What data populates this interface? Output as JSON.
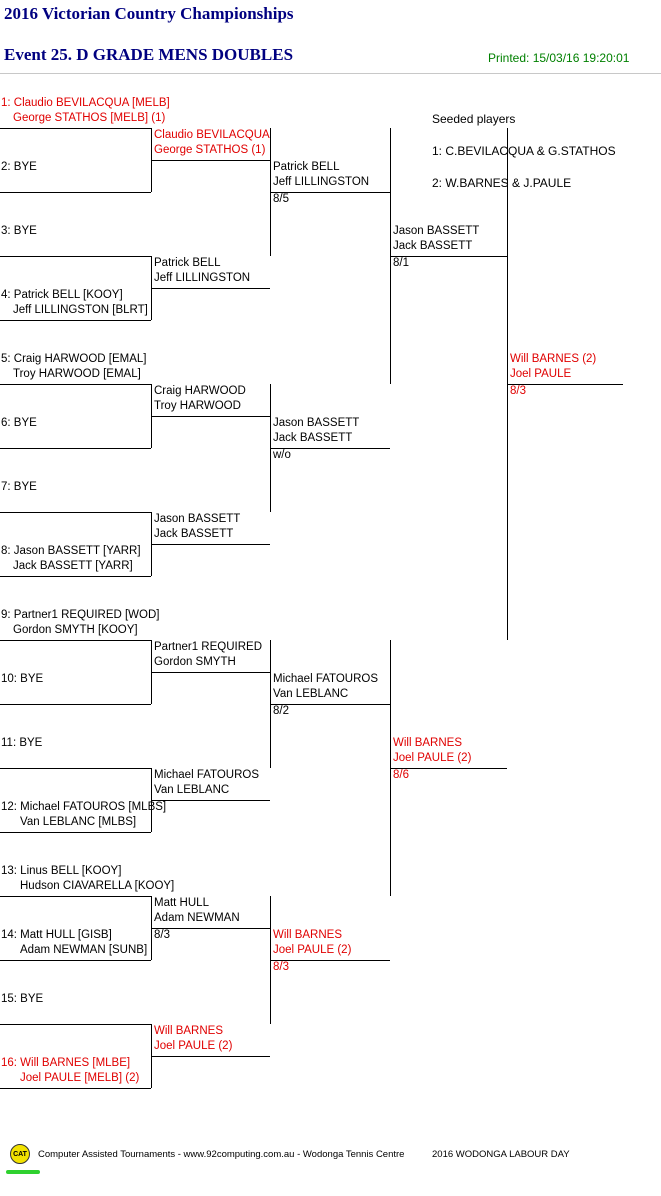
{
  "title": "2016 Victorian Country Championships",
  "event": "Event 25. D GRADE MENS DOUBLES",
  "printed": "Printed: 15/03/16 19:20:01",
  "seeded": {
    "heading": "Seeded players",
    "lines": [
      "1: C.BEVILACQUA & G.STATHOS",
      "2: W.BARNES & J.PAULE"
    ]
  },
  "round1": [
    {
      "l1": "1: Claudio BEVILACQUA [MELB]",
      "l2": "George STATHOS [MELB] (1)",
      "red": true
    },
    {
      "l1": "2: BYE",
      "l2": ""
    },
    {
      "l1": "3: BYE",
      "l2": ""
    },
    {
      "l1": "4: Patrick BELL [KOOY]",
      "l2": "Jeff LILLINGSTON [BLRT]"
    },
    {
      "l1": "5: Craig HARWOOD [EMAL]",
      "l2": "Troy HARWOOD [EMAL]"
    },
    {
      "l1": "6: BYE",
      "l2": ""
    },
    {
      "l1": "7: BYE",
      "l2": ""
    },
    {
      "l1": "8: Jason BASSETT [YARR]",
      "l2": "Jack BASSETT [YARR]"
    },
    {
      "l1": "9: Partner1 REQUIRED [WOD]",
      "l2": "Gordon SMYTH [KOOY]"
    },
    {
      "l1": "10: BYE",
      "l2": ""
    },
    {
      "l1": "11: BYE",
      "l2": ""
    },
    {
      "l1": "12: Michael FATOUROS [MLBS]",
      "l2": "Van LEBLANC [MLBS]"
    },
    {
      "l1": "13: Linus BELL [KOOY]",
      "l2": "Hudson CIAVARELLA [KOOY]"
    },
    {
      "l1": "14: Matt HULL [GISB]",
      "l2": "Adam NEWMAN [SUNB]"
    },
    {
      "l1": "15: BYE",
      "l2": ""
    },
    {
      "l1": "16: Will BARNES [MLBE]",
      "l2": "Joel PAULE [MELB] (2)",
      "red": true
    }
  ],
  "round2": [
    {
      "l1": "Claudio BEVILACQUA",
      "l2": "George STATHOS (1)",
      "score": "",
      "red": true
    },
    {
      "l1": "Patrick BELL",
      "l2": "Jeff LILLINGSTON",
      "score": ""
    },
    {
      "l1": "Craig HARWOOD",
      "l2": "Troy HARWOOD",
      "score": ""
    },
    {
      "l1": "Jason BASSETT",
      "l2": "Jack BASSETT",
      "score": ""
    },
    {
      "l1": "Partner1 REQUIRED",
      "l2": "Gordon SMYTH",
      "score": ""
    },
    {
      "l1": "Michael FATOUROS",
      "l2": "Van LEBLANC",
      "score": ""
    },
    {
      "l1": "Matt HULL",
      "l2": "Adam NEWMAN",
      "score": "8/3"
    },
    {
      "l1": "Will BARNES",
      "l2": "Joel PAULE (2)",
      "score": "",
      "red": true
    }
  ],
  "round3": [
    {
      "l1": "Patrick BELL",
      "l2": "Jeff LILLINGSTON",
      "score": "8/5"
    },
    {
      "l1": "Jason BASSETT",
      "l2": "Jack BASSETT",
      "score": "w/o"
    },
    {
      "l1": "Michael FATOUROS",
      "l2": "Van LEBLANC",
      "score": "8/2"
    },
    {
      "l1": "Will BARNES",
      "l2": "Joel PAULE (2)",
      "score": "8/3",
      "red": true
    }
  ],
  "round4": [
    {
      "l1": "Jason BASSETT",
      "l2": "Jack BASSETT",
      "score": "8/1"
    },
    {
      "l1": "Will BARNES",
      "l2": "Joel PAULE (2)",
      "score": "8/6",
      "red": true
    }
  ],
  "final": {
    "l1": "Will BARNES (2)",
    "l2": "Joel PAULE",
    "score": "8/3",
    "red": true
  },
  "footer": {
    "logo": "CAT",
    "credit": "Computer Assisted Tournaments - www.92computing.com.au -  Wodonga Tennis Centre",
    "event": "2016 WODONGA LABOUR DAY"
  }
}
